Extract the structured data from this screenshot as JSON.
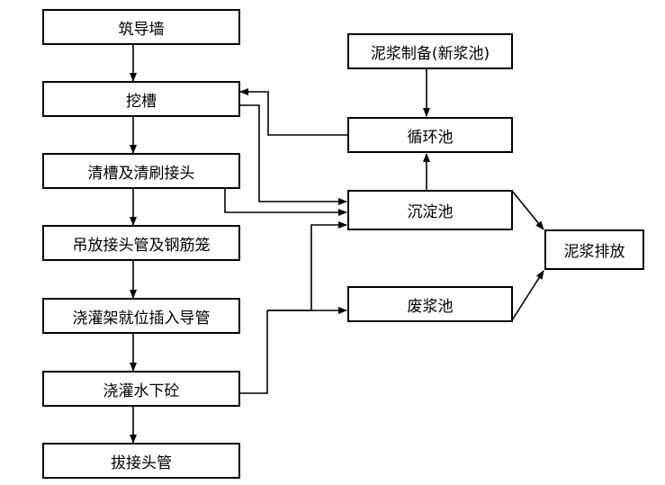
{
  "left_column": [
    "筑导墙",
    "挖槽",
    "清槽及清刷接头",
    "吊放接头管及钢筋笼",
    "浇灌架就位插入导管",
    "浇灌水下砼",
    "拔接头管"
  ],
  "right_column": {
    "slurry_prep": "泥浆制备(新浆池)",
    "circulation_pool": "循环池",
    "settling_pool": "沉淀池",
    "waste_pool": "废浆池",
    "slurry_discharge": "泥浆排放"
  },
  "colors": {
    "line": "#000000",
    "box_fill": "#ffffff"
  }
}
